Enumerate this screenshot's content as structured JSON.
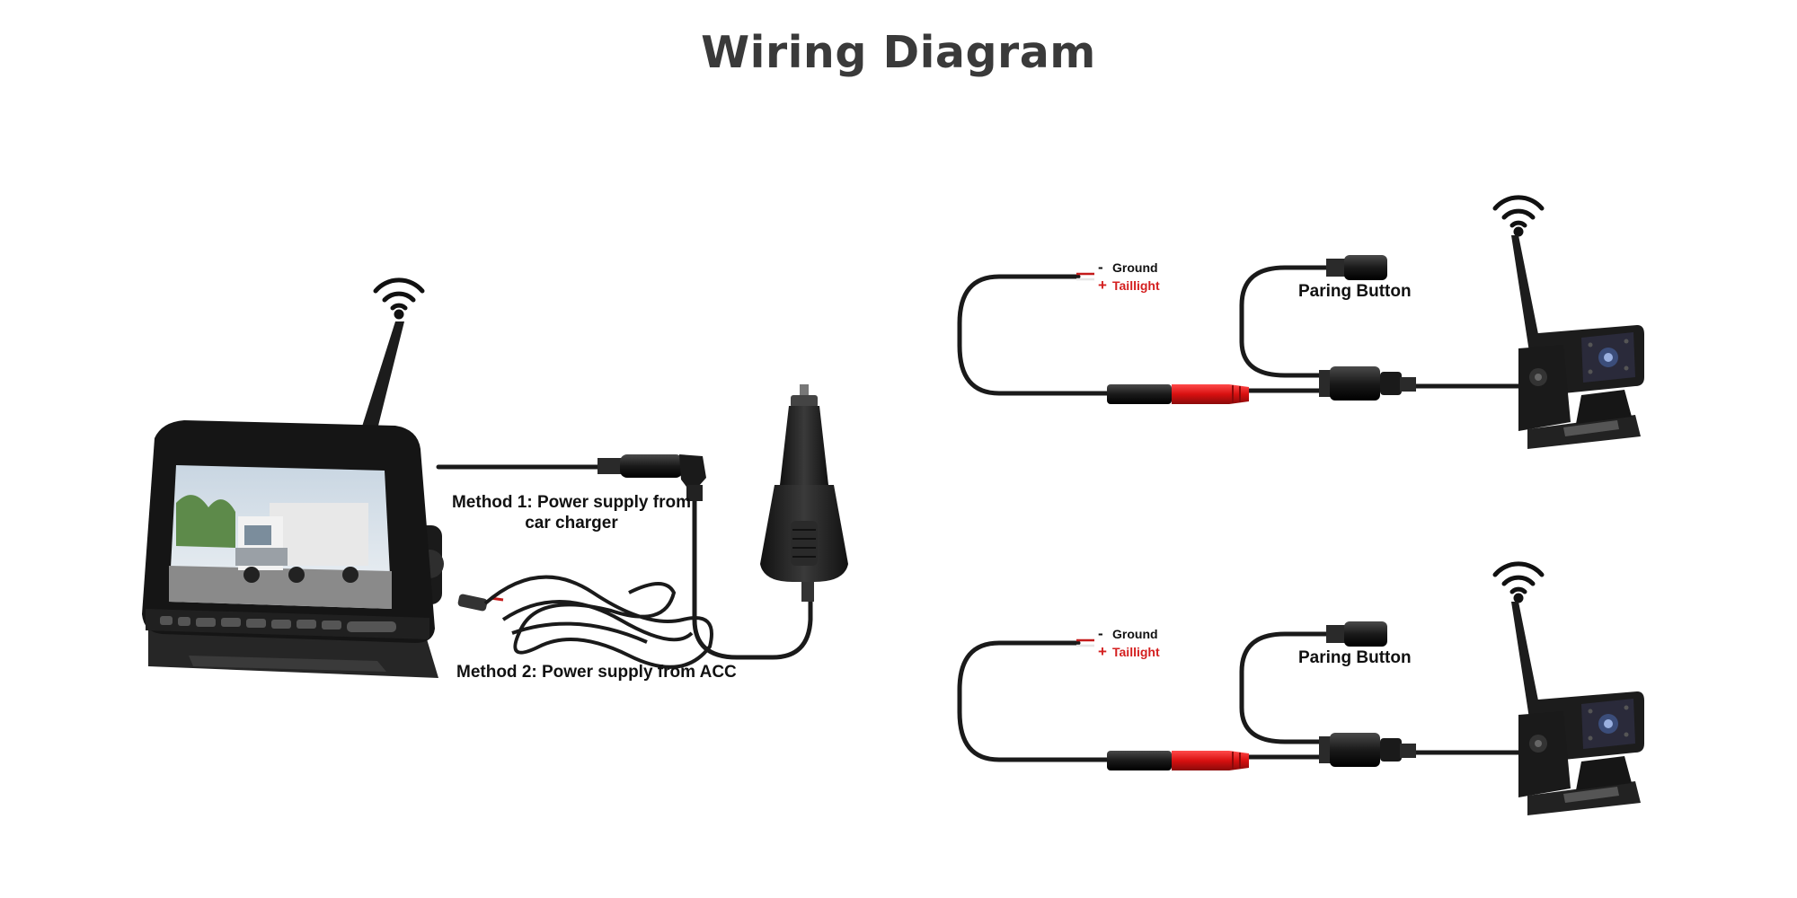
{
  "title": "Wiring Diagram",
  "labels": {
    "method1_line1": "Method 1: Power supply from",
    "method1_line2": "car charger",
    "method2": "Method 2: Power supply from ACC",
    "ground_sign": "-",
    "ground": "Ground",
    "taillight_sign": "+",
    "taillight": "Taillight",
    "paring_button": "Paring Button"
  },
  "colors": {
    "title": "#3a3a3a",
    "cable": "#1a1a1a",
    "red_connector": "#e01818",
    "device": "#1e1e1e"
  },
  "icons": [
    "wifi-icon",
    "monitor",
    "car-charger",
    "acc-cable",
    "backup-camera",
    "cable-connector"
  ]
}
